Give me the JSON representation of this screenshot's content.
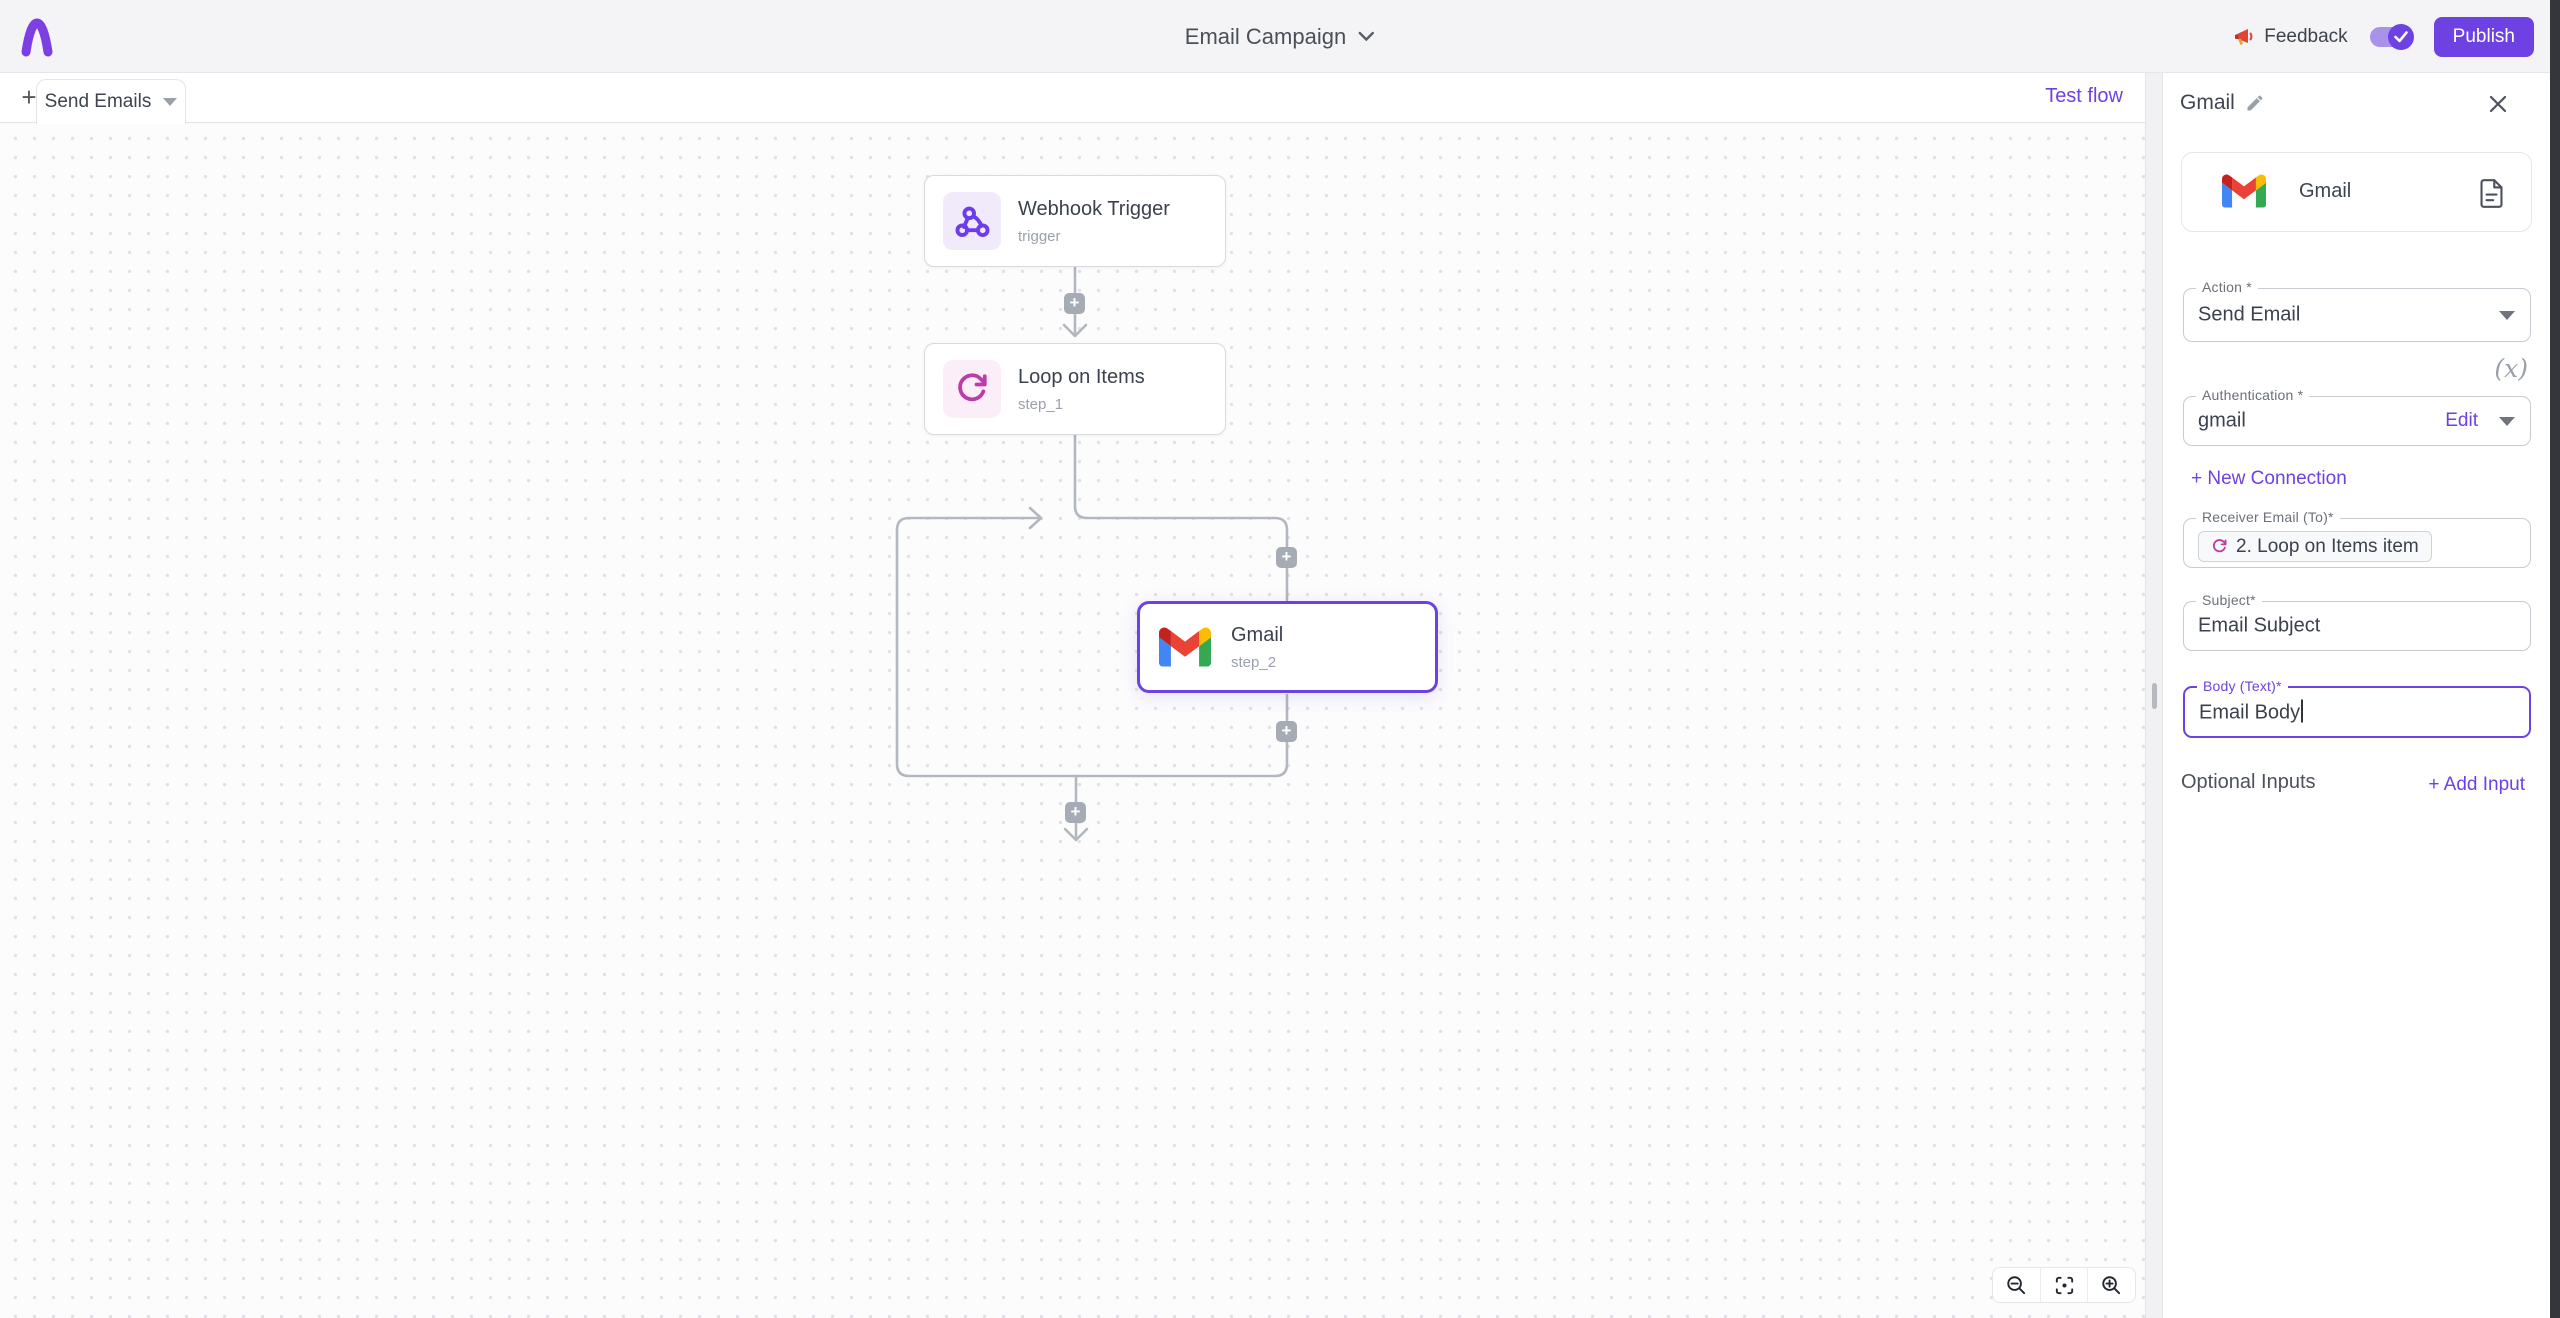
{
  "topbar": {
    "title": "Email Campaign",
    "feedback_label": "Feedback",
    "publish_label": "Publish"
  },
  "tabbar": {
    "add_label": "+",
    "active_tab": "Send Emails",
    "test_flow_label": "Test flow"
  },
  "canvas": {
    "plus_label": "+",
    "nodes": [
      {
        "title": "Webhook Trigger",
        "subtitle": "trigger",
        "icon": "webhook-icon"
      },
      {
        "title": "Loop on Items",
        "subtitle": "step_1",
        "icon": "loop-icon"
      },
      {
        "title": "Gmail",
        "subtitle": "step_2",
        "icon": "gmail-icon",
        "selected": true
      }
    ],
    "zoom_controls": [
      "zoom-out",
      "fit-view",
      "zoom-in"
    ]
  },
  "panel": {
    "header": {
      "title": "Gmail"
    },
    "piece": {
      "name": "Gmail"
    },
    "action": {
      "label": "Action *",
      "value": "Send Email"
    },
    "variable_icon": "(x)",
    "auth": {
      "label": "Authentication *",
      "value": "gmail",
      "edit_label": "Edit"
    },
    "new_connection_label": "+ New Connection",
    "receiver": {
      "label": "Receiver Email (To)*",
      "chip": "2. Loop on Items item"
    },
    "subject": {
      "label": "Subject*",
      "value": "Email Subject"
    },
    "body": {
      "label": "Body (Text)*",
      "value": "Email Body"
    },
    "optional": {
      "label": "Optional Inputs",
      "add_label": "+ Add Input"
    }
  },
  "colors": {
    "accent": "#6e41e2",
    "webhook_icon": "#6d3ded",
    "loop_icon": "#bd3ba6",
    "gmail_red": "#ea4335",
    "gmail_blue": "#4285f4",
    "gmail_green": "#34a853",
    "gmail_yellow": "#fbbc04",
    "connector": "#b2b7c0"
  }
}
